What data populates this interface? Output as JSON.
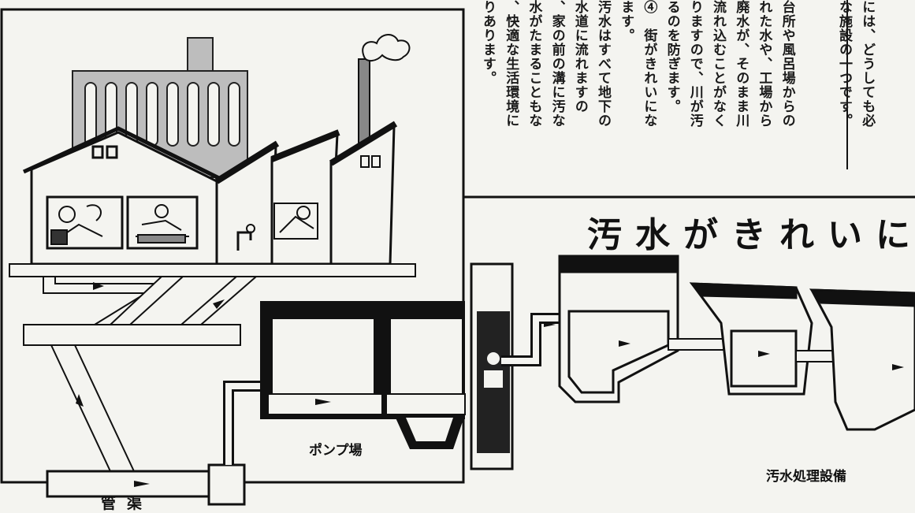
{
  "headline": "汚水がきれいに",
  "labels": {
    "pump_station": "ポンプ場",
    "treatment_facility": "汚水処理設備",
    "sewer_pipe": "管渠"
  },
  "body_columns": [
    "りあります。",
    "、快適な生活環境に",
    "水がたまることもな",
    "、家の前の溝に汚な",
    "水道に流れますの",
    "汚水はすべて地下の",
    "ます。",
    "④　街がきれいにな",
    "るのを防ぎます。",
    "りますので、川が汚",
    "流れ込むことがなく",
    "廃水が、そのまま川",
    "れた水や、工場から",
    "台所や風呂場からの",
    "",
    "な施設の一つです。",
    "には、どうしても必"
  ]
}
